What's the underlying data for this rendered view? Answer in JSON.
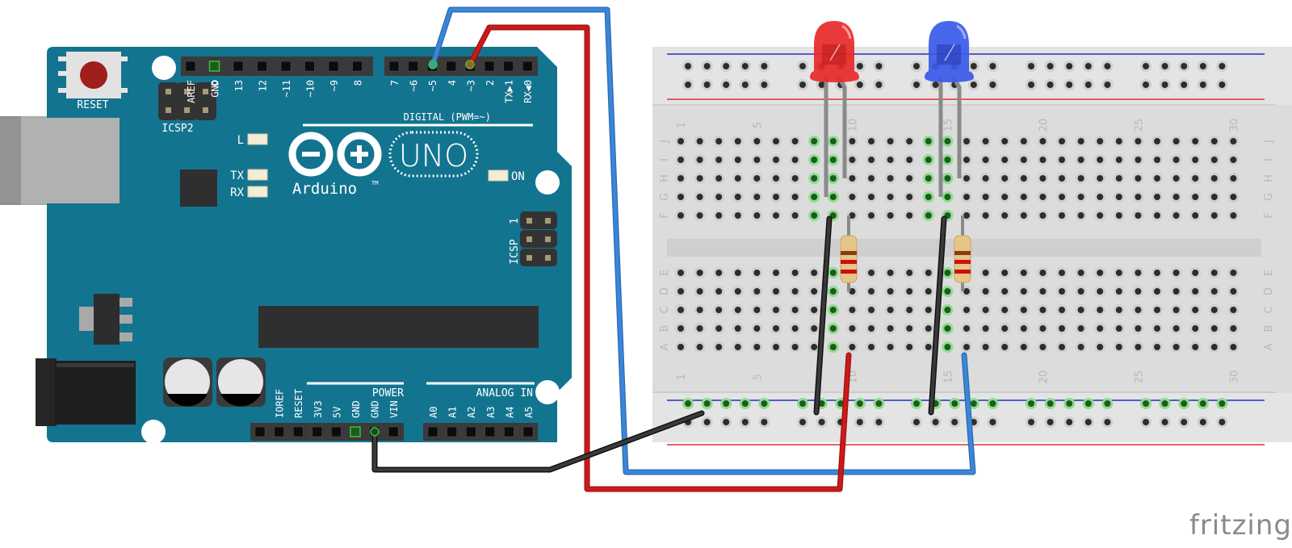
{
  "arduino": {
    "board_name": "UNO",
    "brand": "Arduino",
    "trademark": "TM",
    "reset_label": "RESET",
    "icsp2_label": "ICSP2",
    "icsp_label": "ICSP",
    "icsp_pin1": "1",
    "led_labels": {
      "l": "L",
      "tx": "TX",
      "rx": "RX",
      "on": "ON"
    },
    "digital_header_label": "DIGITAL (PWM=~)",
    "power_header_label": "POWER",
    "analog_header_label": "ANALOG IN",
    "digital_pins_left": [
      "AREF",
      "GND",
      "13",
      "12",
      "~11",
      "~10",
      "~9",
      "8"
    ],
    "digital_pins_right": [
      "7",
      "~6",
      "~5",
      "4",
      "~3",
      "2",
      "TX▶1",
      "RX◀0"
    ],
    "power_pins": [
      "",
      "IOREF",
      "RESET",
      "3V3",
      "5V",
      "GND",
      "GND",
      "VIN"
    ],
    "analog_pins": [
      "A0",
      "A1",
      "A2",
      "A3",
      "A4",
      "A5"
    ],
    "board_color": "#137490"
  },
  "breadboard": {
    "row_labels_top": [
      "J",
      "I",
      "H",
      "G",
      "F"
    ],
    "row_labels_bottom": [
      "E",
      "D",
      "C",
      "B",
      "A"
    ],
    "column_numbers": [
      "1",
      "5",
      "10",
      "15",
      "20",
      "25",
      "30"
    ],
    "columns": 30,
    "rail_blue": "#2030c0",
    "rail_red": "#e03030"
  },
  "components": [
    {
      "type": "LED",
      "color_name": "red",
      "color": "#e8282a",
      "anode_col": 9,
      "cathode_col": 8
    },
    {
      "type": "LED",
      "color_name": "blue",
      "color": "#3a5ae8",
      "anode_col": 15,
      "cathode_col": 14
    },
    {
      "type": "resistor",
      "col": 9,
      "bands": [
        "brown",
        "red",
        "red"
      ]
    },
    {
      "type": "resistor",
      "col": 15,
      "bands": [
        "brown",
        "red",
        "red"
      ]
    }
  ],
  "wires": [
    {
      "name": "pin5-to-blue-led",
      "from": "Digital ~5",
      "to": "Breadboard A15",
      "color": "#3a84d6"
    },
    {
      "name": "pin3-to-red-led",
      "from": "Digital ~3",
      "to": "Breadboard A9",
      "color": "#cc1a1a"
    },
    {
      "name": "gnd-to-rail",
      "from": "POWER GND",
      "to": "Ground rail",
      "color": "#2a2a2a"
    },
    {
      "name": "red-led-cathode-gnd",
      "from": "Breadboard F8",
      "to": "Ground rail",
      "color": "#2a2a2a"
    },
    {
      "name": "blue-led-cathode-gnd",
      "from": "Breadboard F14",
      "to": "Ground rail",
      "color": "#2a2a2a"
    }
  ],
  "watermark": "fritzing"
}
